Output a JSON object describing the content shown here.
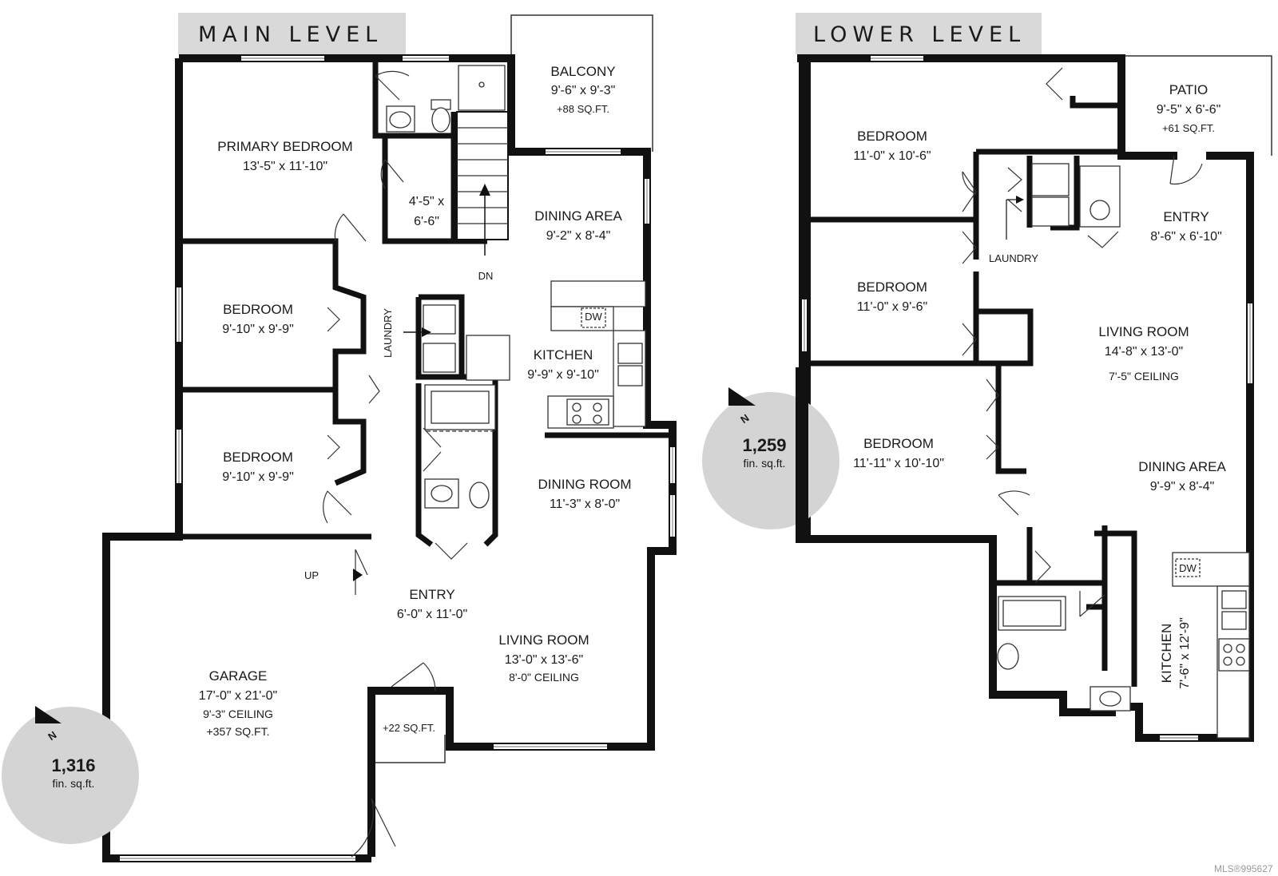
{
  "main_level": {
    "title": "MAIN LEVEL",
    "rooms": {
      "balcony": {
        "name": "BALCONY",
        "dims": "9'-6\" x 9'-3\"",
        "extra": "+88 SQ.FT."
      },
      "primary_bedroom": {
        "name": "PRIMARY BEDROOM",
        "dims": "13'-5\" x 11'-10\""
      },
      "closet": {
        "dims_line1": "4'-5\" x",
        "dims_line2": "6'-6\""
      },
      "dining_area": {
        "name": "DINING AREA",
        "dims": "9'-2\" x 8'-4\""
      },
      "bedroom_a": {
        "name": "BEDROOM",
        "dims": "9'-10\" x 9'-9\""
      },
      "bedroom_b": {
        "name": "BEDROOM",
        "dims": "9'-10\" x 9'-9\""
      },
      "kitchen": {
        "name": "KITCHEN",
        "dims": "9'-9\" x 9'-10\""
      },
      "dining_room": {
        "name": "DINING ROOM",
        "dims": "11'-3\" x 8'-0\""
      },
      "entry": {
        "name": "ENTRY",
        "dims": "6'-0\" x 11'-0\""
      },
      "living_room": {
        "name": "LIVING ROOM",
        "dims": "13'-0\" x 13'-6\"",
        "ceiling": "8'-0\" CEILING"
      },
      "garage": {
        "name": "GARAGE",
        "dims": "17'-0\" x 21'-0\"",
        "ceiling": "9'-3\" CEILING",
        "extra": "+357 SQ.FT."
      },
      "porch": {
        "extra": "+22 SQ.FT."
      }
    },
    "labels": {
      "laundry": "LAUNDRY",
      "dn": "DN",
      "up": "UP",
      "dw": "DW"
    },
    "area": {
      "value": "1,316",
      "unit": "fin. sq.ft.",
      "north": "N"
    }
  },
  "lower_level": {
    "title": "LOWER LEVEL",
    "rooms": {
      "bedroom_1": {
        "name": "BEDROOM",
        "dims": "11'-0\" x 10'-6\""
      },
      "patio": {
        "name": "PATIO",
        "dims": "9'-5\" x 6'-6\"",
        "extra": "+61 SQ.FT."
      },
      "entry": {
        "name": "ENTRY",
        "dims": "8'-6\" x 6'-10\""
      },
      "bedroom_2": {
        "name": "BEDROOM",
        "dims": "11'-0\" x 9'-6\""
      },
      "living_room": {
        "name": "LIVING ROOM",
        "dims": "14'-8\" x 13'-0\"",
        "ceiling": "7'-5\" CEILING"
      },
      "bedroom_3": {
        "name": "BEDROOM",
        "dims": "11'-11\" x 10'-10\""
      },
      "dining_area": {
        "name": "DINING AREA",
        "dims": "9'-9\" x 8'-4\""
      },
      "kitchen": {
        "name": "KITCHEN",
        "dims": "7'-6\" x 12'-9\""
      }
    },
    "labels": {
      "laundry": "LAUNDRY",
      "dw": "DW"
    },
    "area": {
      "value": "1,259",
      "unit": "fin. sq.ft.",
      "north": "N"
    }
  },
  "watermark": "MLS®995627"
}
